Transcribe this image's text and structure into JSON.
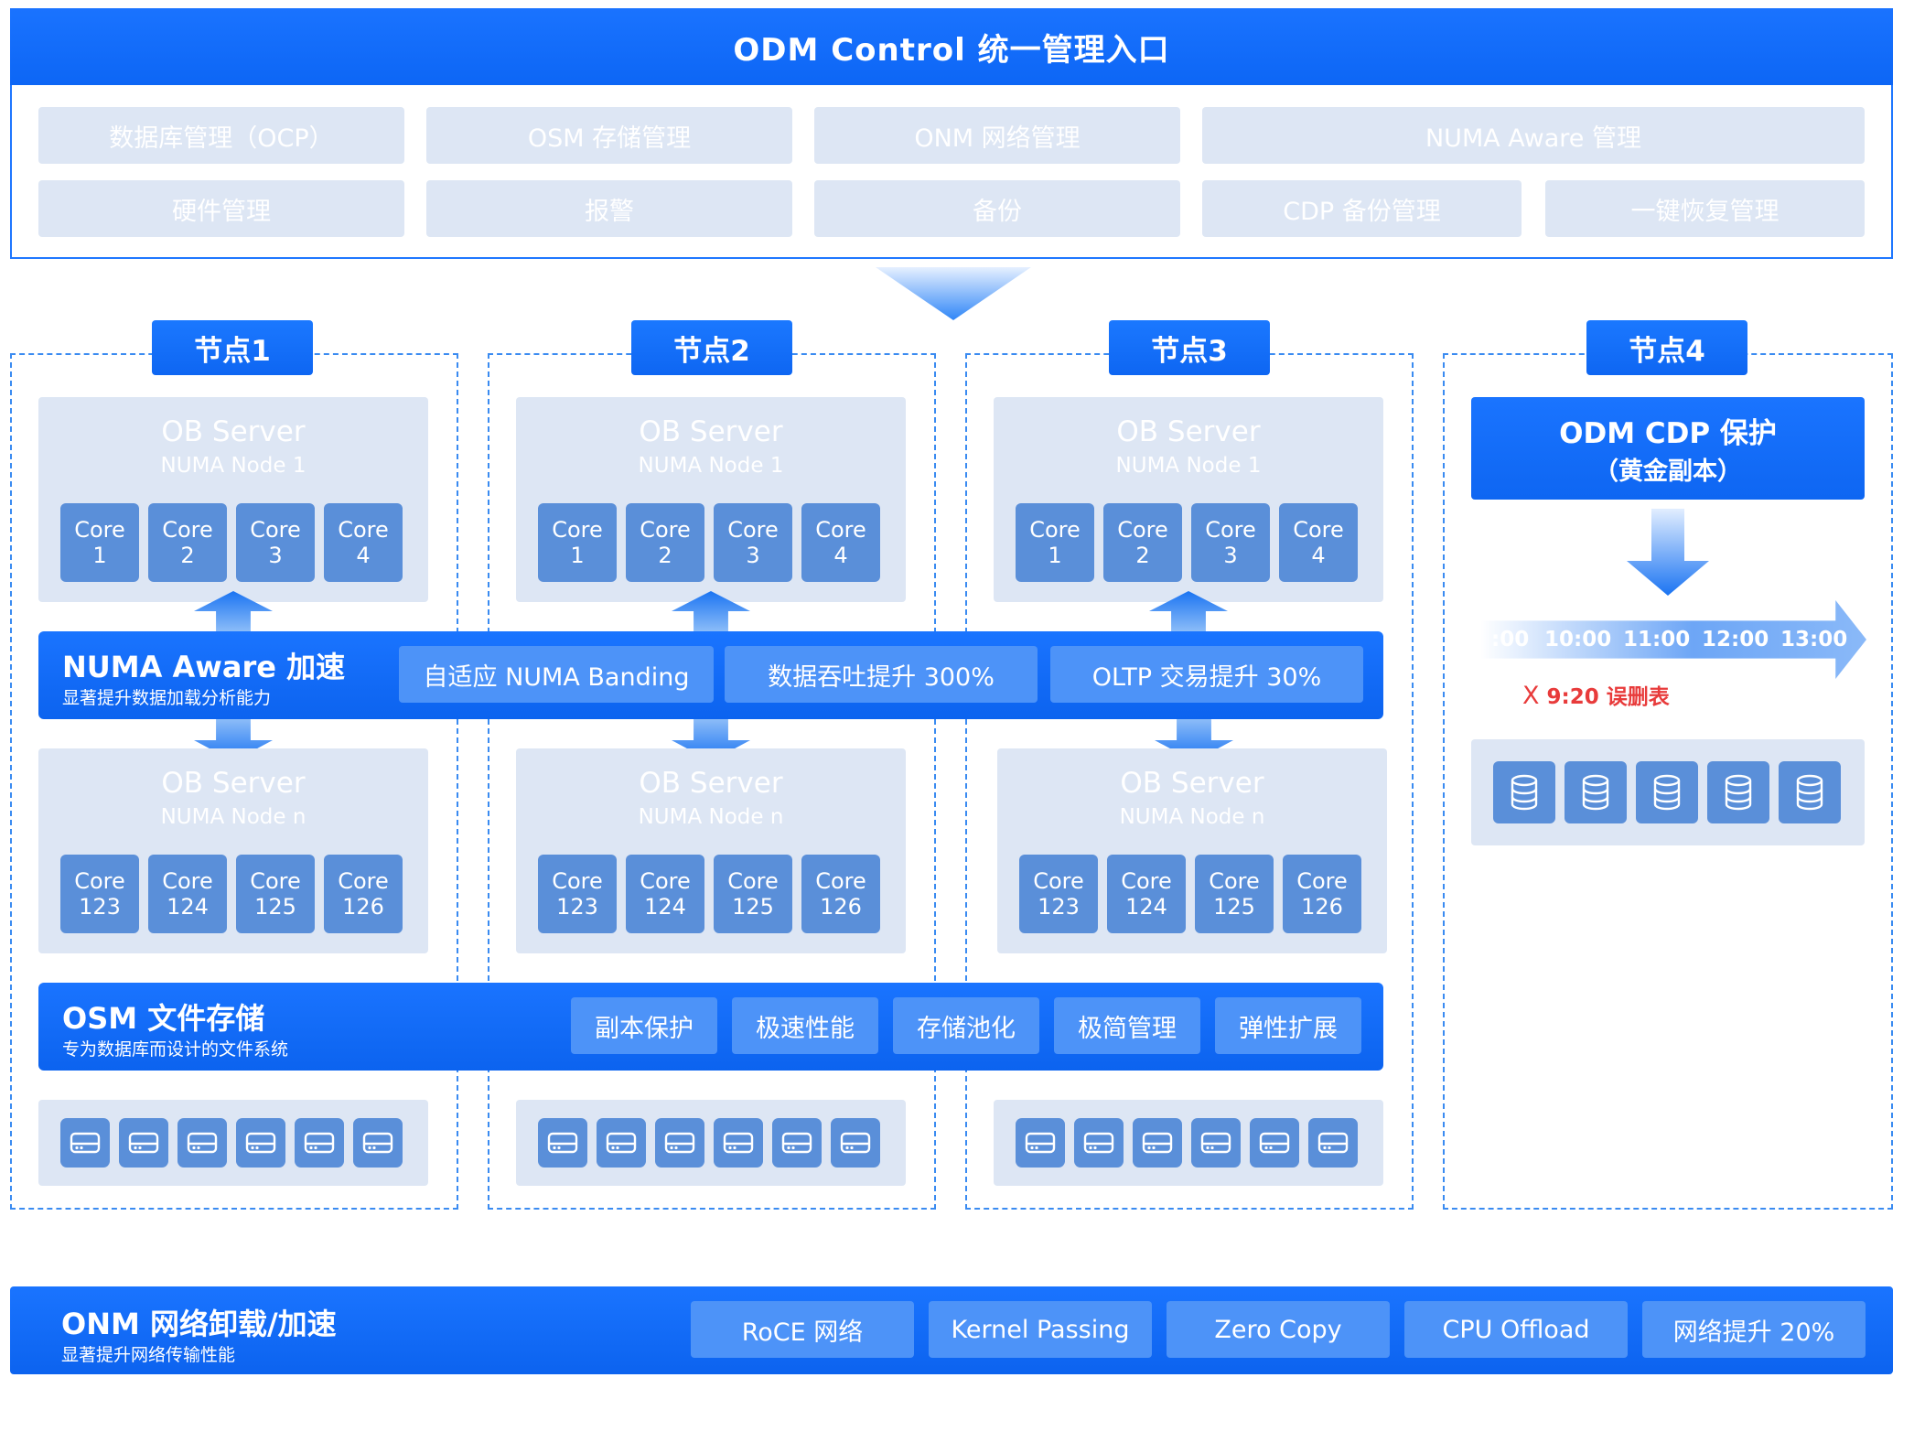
{
  "control": {
    "title": "ODM Control 统一管理入口",
    "modules_row1": [
      "数据库管理（OCP）",
      "OSM 存储管理",
      "ONM 网络管理",
      "NUMA Aware 管理"
    ],
    "modules_row2": [
      "硬件管理",
      "报警",
      "备份",
      "CDP 备份管理",
      "一键恢复管理"
    ]
  },
  "nodes": [
    {
      "label": "节点1"
    },
    {
      "label": "节点2"
    },
    {
      "label": "节点3"
    },
    {
      "label": "节点4"
    }
  ],
  "server": {
    "title": "OB Server",
    "top_numa": "NUMA Node 1",
    "bottom_numa": "NUMA Node n",
    "core_word": "Core",
    "top_cores": [
      "1",
      "2",
      "3",
      "4"
    ],
    "bottom_cores": [
      "123",
      "124",
      "125",
      "126"
    ]
  },
  "numa_band": {
    "title": "NUMA Aware 加速",
    "subtitle": "显著提升数据加载分析能力",
    "pills": [
      "自适应 NUMA Banding",
      "数据吞吐提升 300%",
      "OLTP 交易提升 30%"
    ]
  },
  "osm_band": {
    "title": "OSM 文件存储",
    "subtitle": "专为数据库而设计的文件系统",
    "pills": [
      "副本保护",
      "极速性能",
      "存储池化",
      "极简管理",
      "弹性扩展"
    ]
  },
  "cdp": {
    "title": "ODM CDP 保护",
    "subtitle": "（黄金副本）",
    "timeline": [
      ":00",
      "10:00",
      "11:00",
      "12:00",
      "13:00"
    ],
    "event_mark": "X",
    "event": "9:20 误删表"
  },
  "onm_band": {
    "title": "ONM 网络卸载/加速",
    "subtitle": "显著提升网络传输性能",
    "pills": [
      "RoCE 网络",
      "Kernel Passing",
      "Zero Copy",
      "CPU Offload",
      "网络提升 20%"
    ]
  },
  "colors": {
    "primary": "#0d66f5",
    "pale": "#dde6f4",
    "core": "#5a8fd9",
    "pill": "#4d93f8",
    "dashed": "#3a8bf1",
    "alert": "#e83b3b"
  },
  "icons": {
    "disk": "hard-drive-icon",
    "database": "database-icon",
    "arrow": "arrow-icon"
  }
}
